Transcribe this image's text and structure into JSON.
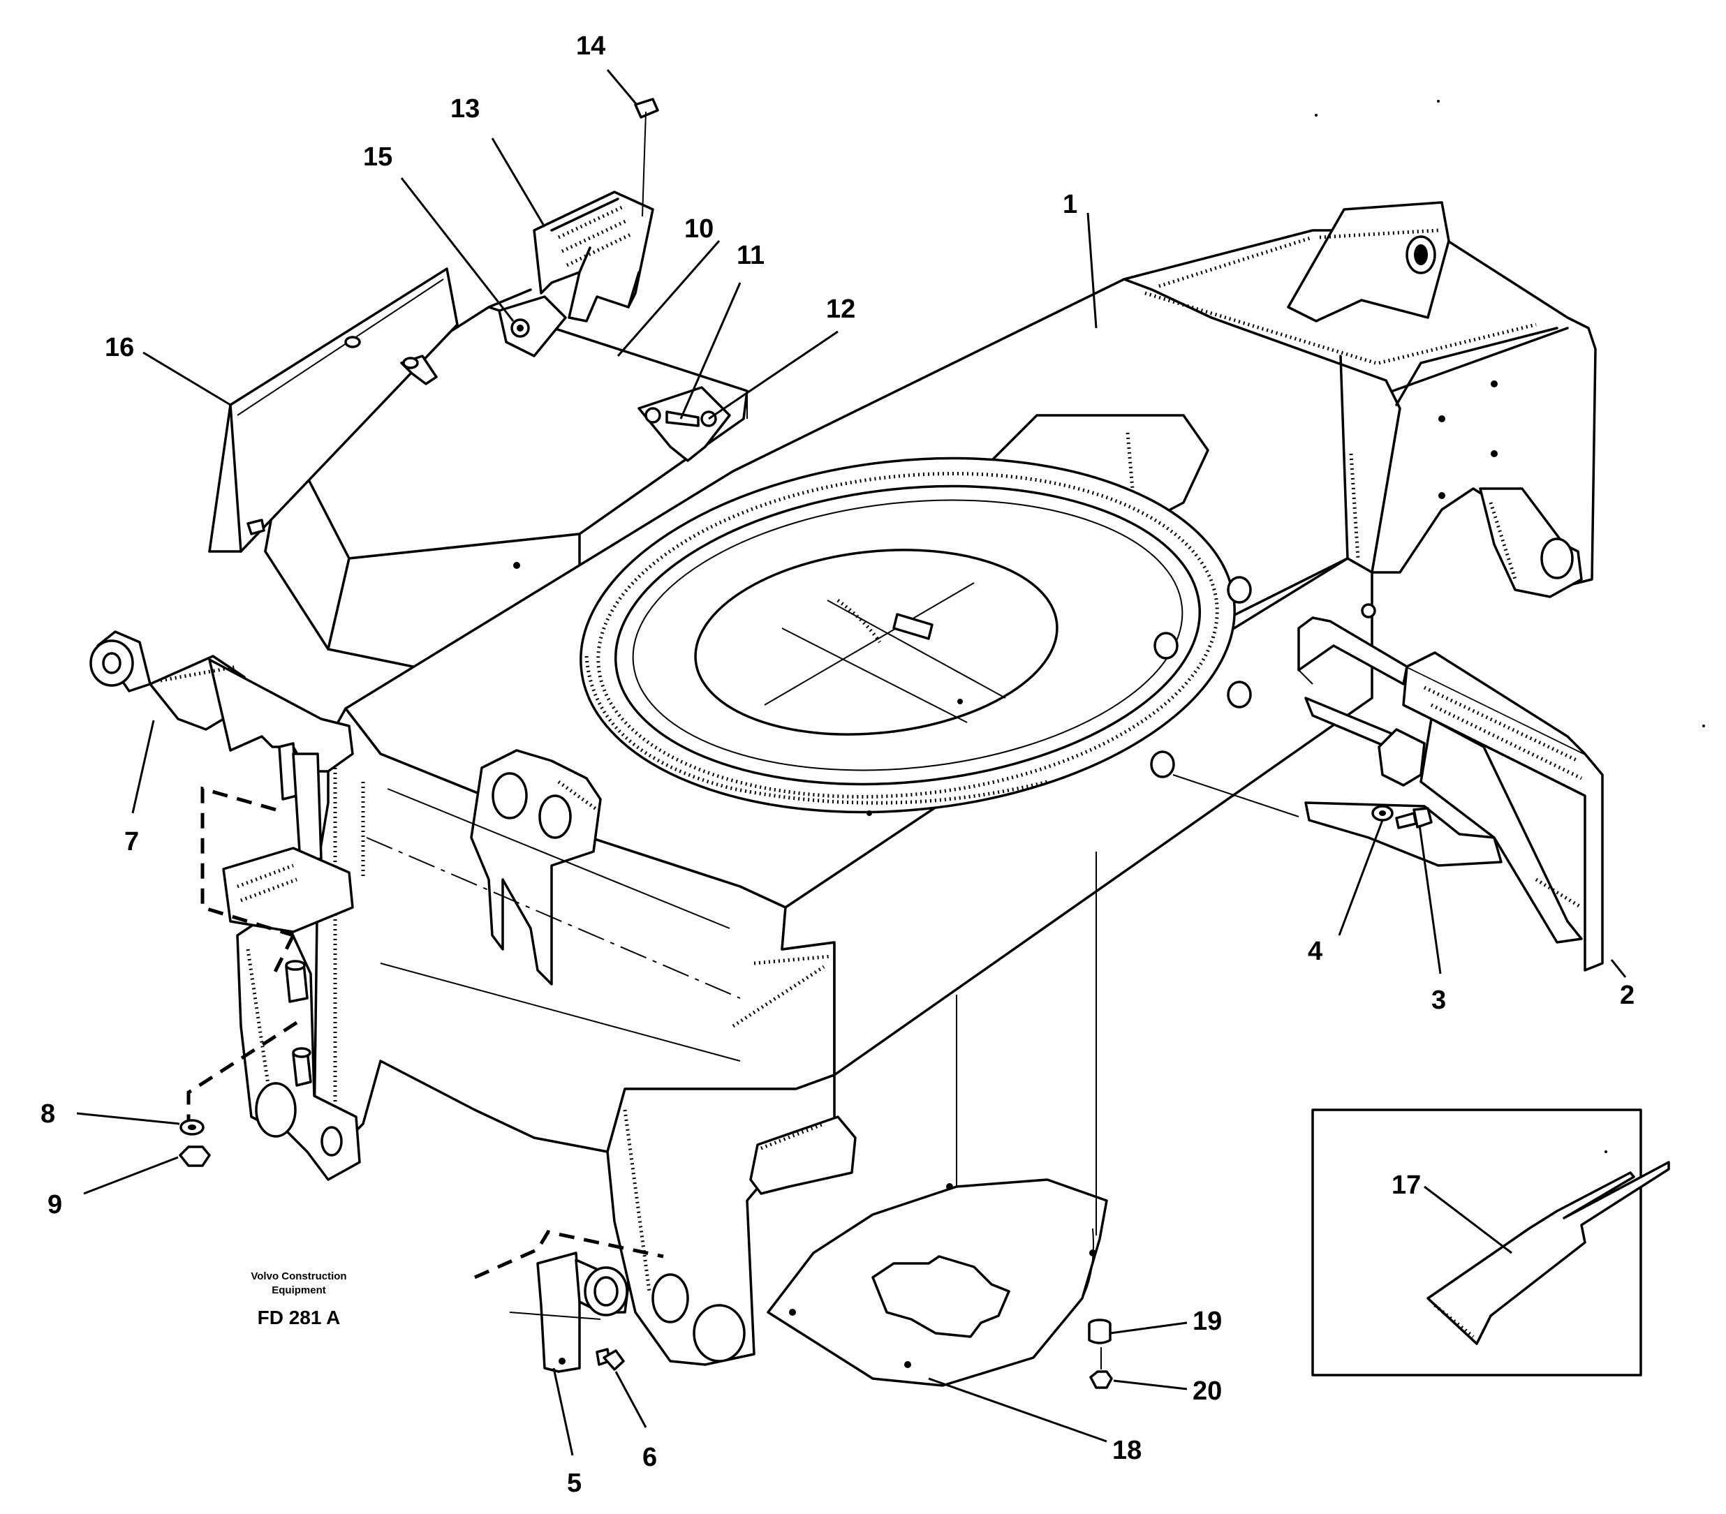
{
  "figure": {
    "brand_line1": "Volvo Construction",
    "brand_line2": "Equipment",
    "figure_code": "FD 281 A"
  },
  "callouts": [
    {
      "id": "1",
      "label": "1"
    },
    {
      "id": "2",
      "label": "2"
    },
    {
      "id": "3",
      "label": "3"
    },
    {
      "id": "4",
      "label": "4"
    },
    {
      "id": "5",
      "label": "5"
    },
    {
      "id": "6",
      "label": "6"
    },
    {
      "id": "7",
      "label": "7"
    },
    {
      "id": "8",
      "label": "8"
    },
    {
      "id": "9",
      "label": "9"
    },
    {
      "id": "10",
      "label": "10"
    },
    {
      "id": "11",
      "label": "11"
    },
    {
      "id": "12",
      "label": "12"
    },
    {
      "id": "13",
      "label": "13"
    },
    {
      "id": "14",
      "label": "14"
    },
    {
      "id": "15",
      "label": "15"
    },
    {
      "id": "16",
      "label": "16"
    },
    {
      "id": "17",
      "label": "17"
    },
    {
      "id": "18",
      "label": "18"
    },
    {
      "id": "19",
      "label": "19"
    },
    {
      "id": "20",
      "label": "20"
    }
  ]
}
